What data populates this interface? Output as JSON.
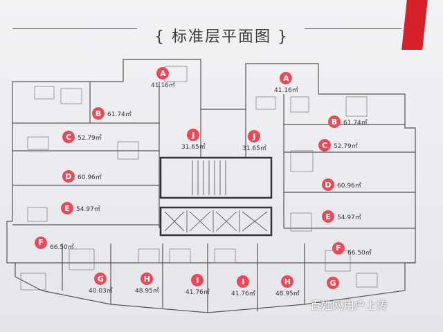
{
  "title": "{ 标准层平面图 }",
  "watermark": "百姓网用户上传",
  "units": [
    {
      "id": "A1",
      "letter": "A",
      "area": "41.16㎡"
    },
    {
      "id": "A2",
      "letter": "A",
      "area": "41.16㎡"
    },
    {
      "id": "B1",
      "letter": "B",
      "area": "61.74㎡"
    },
    {
      "id": "B2",
      "letter": "B",
      "area": "61.74㎡"
    },
    {
      "id": "C1",
      "letter": "C",
      "area": "52.79㎡"
    },
    {
      "id": "C2",
      "letter": "C",
      "area": "52.79㎡"
    },
    {
      "id": "J1",
      "letter": "J",
      "area": "31.65㎡"
    },
    {
      "id": "J2",
      "letter": "J",
      "area": "31.65㎡"
    },
    {
      "id": "D1",
      "letter": "D",
      "area": "60.96㎡"
    },
    {
      "id": "D2",
      "letter": "D",
      "area": "60.96㎡"
    },
    {
      "id": "E1",
      "letter": "E",
      "area": "54.97㎡"
    },
    {
      "id": "E2",
      "letter": "E",
      "area": "54.97㎡"
    },
    {
      "id": "F1",
      "letter": "F",
      "area": "66.50㎡"
    },
    {
      "id": "F2",
      "letter": "F",
      "area": "66.50㎡"
    },
    {
      "id": "G1",
      "letter": "G",
      "area": "40.03㎡"
    },
    {
      "id": "G2",
      "letter": "G",
      "area": ""
    },
    {
      "id": "H1",
      "letter": "H",
      "area": "48.95㎡"
    },
    {
      "id": "H2",
      "letter": "H",
      "area": "48.95㎡"
    },
    {
      "id": "I1",
      "letter": "I",
      "area": "41.76㎡"
    },
    {
      "id": "I2",
      "letter": "I",
      "area": "41.76㎡"
    }
  ]
}
